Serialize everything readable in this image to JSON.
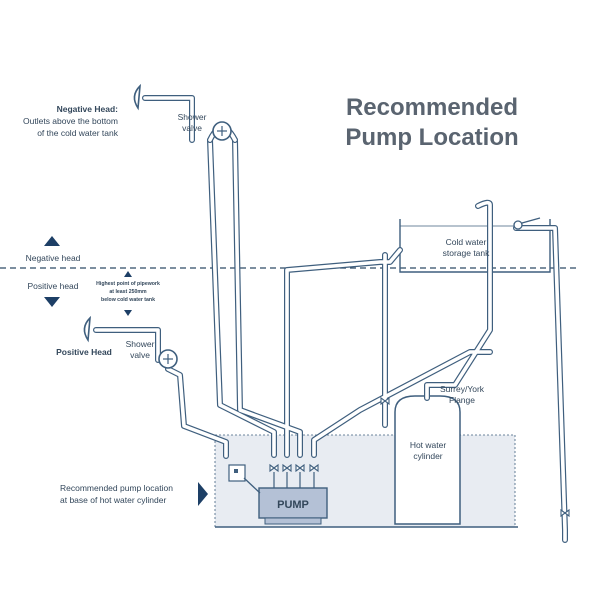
{
  "title": [
    "Recommended",
    "Pump Location"
  ],
  "labels": {
    "negative_head_title": "Negative Head:",
    "negative_head_desc": [
      "Outlets above the bottom",
      "of the cold water tank"
    ],
    "shower_valve_top": [
      "Shower",
      "valve"
    ],
    "shower_valve_bottom": [
      "Shower",
      "valve"
    ],
    "negative_head": "Negative head",
    "positive_head": "Positive head",
    "highest_point": [
      "Highest point of pipework",
      "at least 250mm",
      "below cold water tank"
    ],
    "positive_head_title": "Positive Head",
    "cold_water_tank": [
      "Cold water",
      "storage tank"
    ],
    "flange": [
      "Surrey/York",
      "Flange"
    ],
    "hot_water_cylinder": [
      "Hot water",
      "cylinder"
    ],
    "pump": "PUMP",
    "recommended_location": [
      "Recommended pump location",
      "at base of hot water cylinder"
    ]
  },
  "colors": {
    "pipe": "#3f5f7e",
    "arrow": "#1d3f66",
    "pump_fill": "#b4c1d6",
    "floor_fill": "#e8ecf2",
    "title": "#5a6470",
    "text": "#33475b"
  }
}
